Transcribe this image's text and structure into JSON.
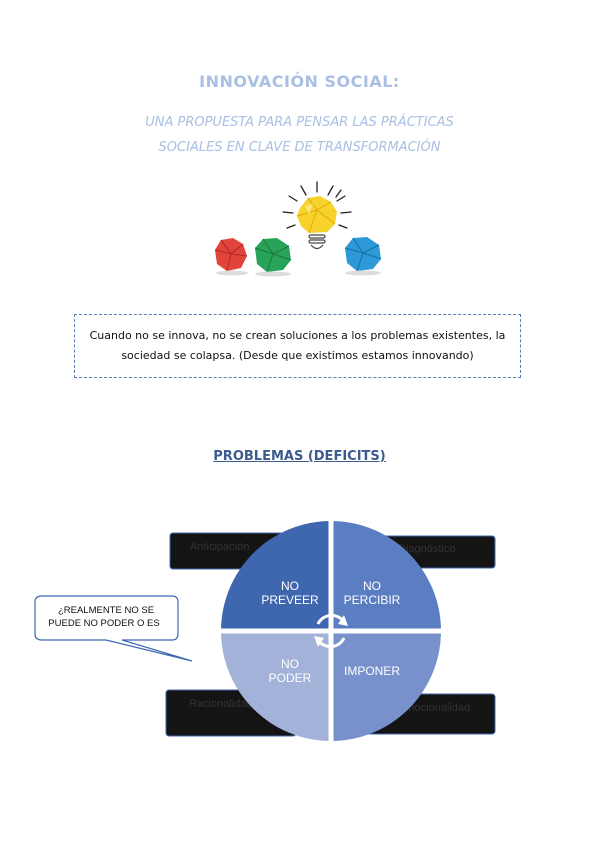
{
  "header": {
    "title": "INNOVACIÓN SOCIAL:",
    "subtitle_line1": "UNA PROPUESTA PARA PENSAR LAS PRÁCTICAS",
    "subtitle_line2": "SOCIALES EN CLAVE DE TRANSFORMACIÓN"
  },
  "quote": {
    "text": "Cuando no se innova, no se crean soluciones a los problemas existentes, la sociedad se colapsa. (Desde que existimos estamos innovando)"
  },
  "section": {
    "heading": "PROBLEMAS (DEFICITS)"
  },
  "diagram": {
    "callout_line1": "¿REALMENTE NO SE",
    "callout_line2": "PUEDE NO PODER O ES",
    "boxes": {
      "top_left": "Anticipación",
      "top_right": "Diagnóstico",
      "bottom_left": "Racionalidad",
      "bottom_right": "Emocionalidad"
    },
    "quadrants": {
      "top_left_line1": "NO",
      "top_left_line2": "PREVEER",
      "top_right_line1": "NO",
      "top_right_line2": "PERCIBIR",
      "bottom_left_line1": "NO",
      "bottom_left_line2": "PODER",
      "bottom_right_line1": "IMPONER"
    },
    "colors": {
      "q_top_left": "#3f67b0",
      "q_top_right": "#5b7ec2",
      "q_bottom_left": "#a3b2d9",
      "q_bottom_right": "#7891cd",
      "dark_box": "#141414"
    }
  },
  "illustration": {
    "icon": "crumpled-paper-lightbulb-icon"
  }
}
